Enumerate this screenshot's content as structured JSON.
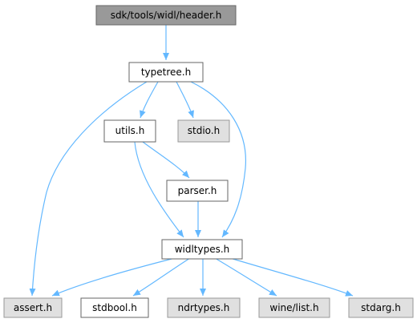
{
  "colors": {
    "root_fill": "#999999",
    "node_fill": "#ffffff",
    "external_fill": "#e0e0e0",
    "border_dark": "#666666",
    "border_light": "#999999",
    "edge": "#63b8ff",
    "text": "#000000"
  },
  "graph": {
    "root": "sdk/tools/widl/header.h",
    "nodes": {
      "header": {
        "label": "sdk/tools/widl/header.h",
        "kind": "root"
      },
      "typetree": {
        "label": "typetree.h",
        "kind": "internal"
      },
      "utils": {
        "label": "utils.h",
        "kind": "internal"
      },
      "stdio": {
        "label": "stdio.h",
        "kind": "external"
      },
      "parser": {
        "label": "parser.h",
        "kind": "internal"
      },
      "widltypes": {
        "label": "widltypes.h",
        "kind": "internal"
      },
      "assert": {
        "label": "assert.h",
        "kind": "external"
      },
      "stdbool": {
        "label": "stdbool.h",
        "kind": "internal"
      },
      "ndrtypes": {
        "label": "ndrtypes.h",
        "kind": "external"
      },
      "winelist": {
        "label": "wine/list.h",
        "kind": "external"
      },
      "stdarg": {
        "label": "stdarg.h",
        "kind": "external"
      }
    },
    "edges": [
      [
        "header",
        "typetree"
      ],
      [
        "typetree",
        "utils"
      ],
      [
        "typetree",
        "stdio"
      ],
      [
        "typetree",
        "assert"
      ],
      [
        "typetree",
        "widltypes"
      ],
      [
        "utils",
        "parser"
      ],
      [
        "utils",
        "widltypes"
      ],
      [
        "parser",
        "widltypes"
      ],
      [
        "widltypes",
        "assert"
      ],
      [
        "widltypes",
        "stdbool"
      ],
      [
        "widltypes",
        "ndrtypes"
      ],
      [
        "widltypes",
        "winelist"
      ],
      [
        "widltypes",
        "stdarg"
      ]
    ]
  }
}
